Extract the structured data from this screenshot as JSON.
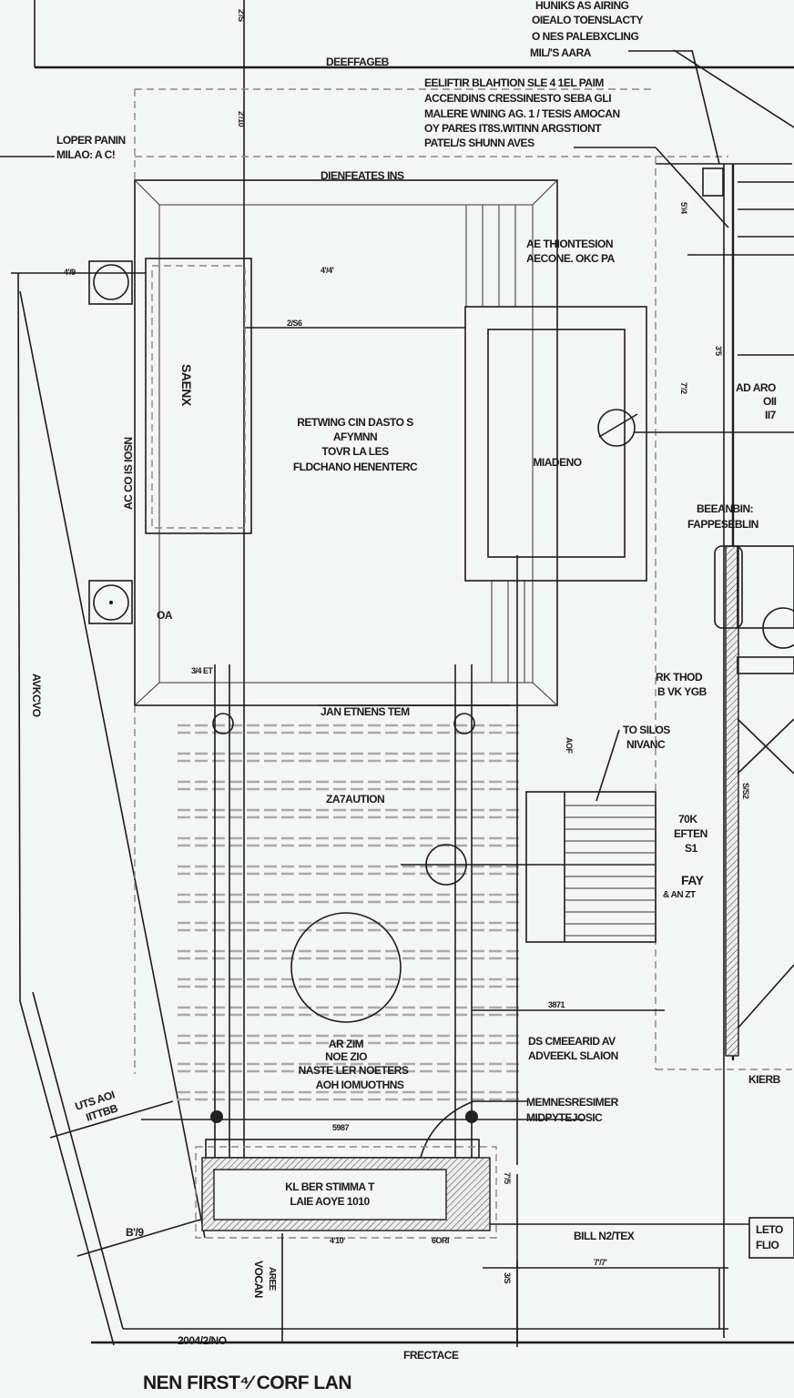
{
  "title": "NEN FIRST⁴⁄ CORF LAN",
  "notes": {
    "top_right": [
      "HUNIKS AS AIRING",
      "OIEALO TOENSLACTY",
      "O NES PALEBXCLING",
      "MIL/'S AARA"
    ],
    "top_center": [
      "EELIFTIR BLAHTION SLE 4 1EL PAIM",
      "ACCENDINS CRESSINESTO SEBA GLI",
      "MALERE WNING AG. 1 / TESIS AMOCAN",
      "OY PARES IT8S.WITINN ARGSTIONT",
      "PATEL/S SHUNN AVES"
    ],
    "header_label": "DEEFFAGEB",
    "left_panel_label": [
      "LOPER PANIN",
      "MILAO: A C!"
    ],
    "room_top_label": "DIENFEATES INS",
    "dim_left": "4'/9",
    "dim_top": "4'/4'",
    "dim_mid": "2/S6",
    "vertical_service": "SAENX",
    "vertical_left": "AC CO IS IOSN",
    "center_text": [
      "RETWING CIN DASTO S",
      "AFYMNN",
      "TOVR LA LES",
      "FLDCHANO HENENTERC"
    ],
    "right_room": "MIADENO",
    "right_note": [
      "AE THIONTESION",
      "AECONE. OKC PA"
    ],
    "right_edge_note": [
      "AD ARO",
      "OII",
      "II7"
    ],
    "label_oa": "OA",
    "dim_small": "3/4 ET",
    "entrance": "JAN ETNENS TEM",
    "zone": "ZA7AUTION",
    "vertical_far_left": "AVKCVO",
    "stair_note": [
      "TO SILOS",
      "NIVANC"
    ],
    "right_labels": [
      "BEEANBIN:",
      "FAPPESEBLIN"
    ],
    "right_dims": [
      "RK THOD",
      "B VK YGB"
    ],
    "stair_labels": [
      "70K",
      "EFTEN",
      "S1",
      "FAY",
      "& AN ZT"
    ],
    "dim_3871": "3871",
    "area_note": [
      "AR ZIM",
      "NOE ZIO",
      "NASTE LER NOETERS",
      "AOH IOMUOTHNS"
    ],
    "right_mid_note": [
      "DS CMEEARID AV",
      "ADVEEKL SLAION"
    ],
    "kierb": "KIERB",
    "left_lower_note": [
      "UTS AOI",
      "IITTBB"
    ],
    "mid_note2": [
      "MEMNESRESIMER",
      "MIDPYTEJOSIC"
    ],
    "dim_5987": "5987",
    "bottom_box": [
      "KL BER STIMMA T",
      "LAIE AOYE 1010"
    ],
    "dim_b": "B'/9",
    "dim_410": "4'10'",
    "dim_6om": "6ORI",
    "bill": "BILL N2/TEX",
    "right_box": [
      "LETO",
      "FLIO"
    ],
    "dim_7n": "7'/7'",
    "vert_bottom": [
      "VOCAN",
      "AREE"
    ],
    "bottom_left_dim": "2004/2/NO",
    "frontage": "FRECTACE",
    "misc_dims": [
      "2'/S",
      "2'/10",
      "5'/4",
      "7'/2",
      "3'5",
      "AOF",
      "S/S2",
      "7'/5",
      "3/S"
    ]
  }
}
